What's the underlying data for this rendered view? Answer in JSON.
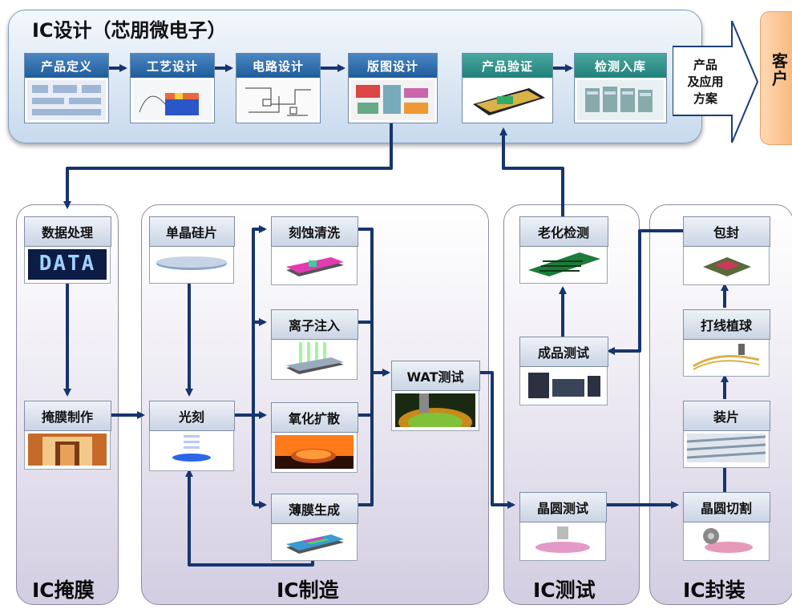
{
  "design": {
    "title": "IC设计（芯朋微电子）",
    "steps": [
      "产品定义",
      "工艺设计",
      "电路设计",
      "版图设计",
      "产品验证",
      "检测入库"
    ],
    "product_arrow": "产品\n及应用\n方案",
    "customer": "客户"
  },
  "sections": {
    "mask": "IC掩膜",
    "fab": "IC制造",
    "test": "IC测试",
    "package": "IC封装"
  },
  "nodes": {
    "data_processing": "数据处理",
    "mask_making": "掩膜制作",
    "wafer": "单晶硅片",
    "lithography": "光刻",
    "etch_clean": "刻蚀清洗",
    "ion_implant": "离子注入",
    "oxidation": "氧化扩散",
    "thin_film": "薄膜生成",
    "wat_test": "WAT测试",
    "burn_in": "老化检测",
    "final_test": "成品测试",
    "wafer_test": "晶圆测试",
    "packaging": "包封",
    "wire_bond": "打线植球",
    "die_attach": "装片",
    "wafer_dicing": "晶圆切割"
  },
  "data_image_text": "DATA",
  "colors": {
    "line": "#16356e",
    "header_blue": "#2a6aa8",
    "header_green": "#2a8f88",
    "customer": "#f5a865"
  }
}
